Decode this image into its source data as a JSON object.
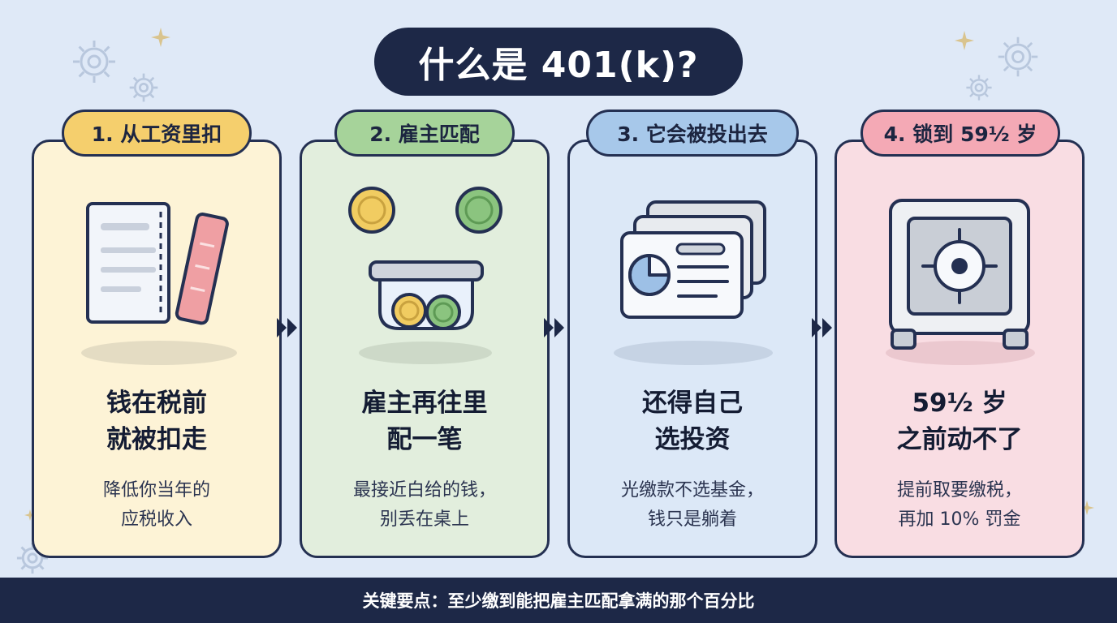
{
  "title": "什么是 401(k)?",
  "cards": [
    {
      "label": "1. 从工资里扣",
      "headline_1": "钱在税前",
      "headline_2": "就被扣走",
      "sub_1": "降低你当年的",
      "sub_2": "应税收入",
      "color": "#fdf3d6",
      "label_color": "#f5cf6d"
    },
    {
      "label": "2. 雇主匹配",
      "headline_1": "雇主再往里",
      "headline_2": "配一笔",
      "sub_1": "最接近白给的钱，",
      "sub_2": "别丢在桌上",
      "color": "#e2eedd",
      "label_color": "#a6d39a"
    },
    {
      "label": "3. 它会被投出去",
      "headline_1": "还得自己",
      "headline_2": "选投资",
      "sub_1": "光缴款不选基金，",
      "sub_2": "钱只是躺着",
      "color": "#dce8f7",
      "label_color": "#a7c8ea"
    },
    {
      "label": "4. 锁到 59½ 岁",
      "headline_1": "59½ 岁",
      "headline_2": "之前动不了",
      "sub_1": "提前取要缴税，",
      "sub_2": "再加 10% 罚金",
      "color": "#f9dde3",
      "label_color": "#f4a9b5"
    }
  ],
  "footer": "关键要点：至少缴到能把雇主匹配拿满的那个百分比",
  "icons": [
    "payslip-icon",
    "coin-jar-icon",
    "portfolio-cards-icon",
    "safe-icon"
  ]
}
